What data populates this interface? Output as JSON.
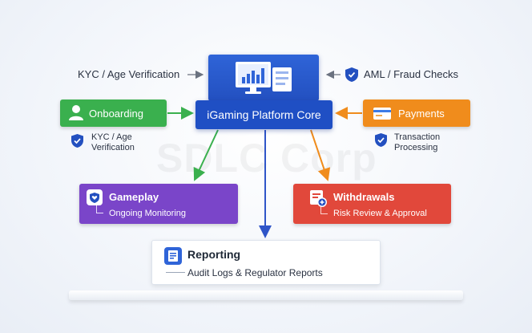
{
  "watermark": "SDLC Corp",
  "core": {
    "label": "iGaming Platform Core"
  },
  "kyc_top": {
    "label": "KYC / Age Verification"
  },
  "aml": {
    "label": "AML / Fraud Checks"
  },
  "onboarding": {
    "label": "Onboarding",
    "note_line1": "KYC / Age",
    "note_line2": "Verification"
  },
  "payments": {
    "label": "Payments",
    "note_line1": "Transaction",
    "note_line2": "Processing"
  },
  "gameplay": {
    "label": "Gameplay",
    "sub": "Ongoing Monitoring"
  },
  "withdrawals": {
    "label": "Withdrawals",
    "sub": "Risk Review & Approval"
  },
  "reporting": {
    "label": "Reporting",
    "sub": "Audit Logs & Regulator Reports"
  },
  "colors": {
    "core": "#1f4fc4",
    "onboarding": "#3ab04e",
    "payments": "#f08c1c",
    "gameplay": "#7a45c9",
    "withdrawals": "#e1483b"
  },
  "icons": [
    "monitor-chart-icon",
    "shield-icon",
    "user-icon",
    "card-icon",
    "heart-shield-icon",
    "document-plus-icon",
    "report-icon"
  ]
}
